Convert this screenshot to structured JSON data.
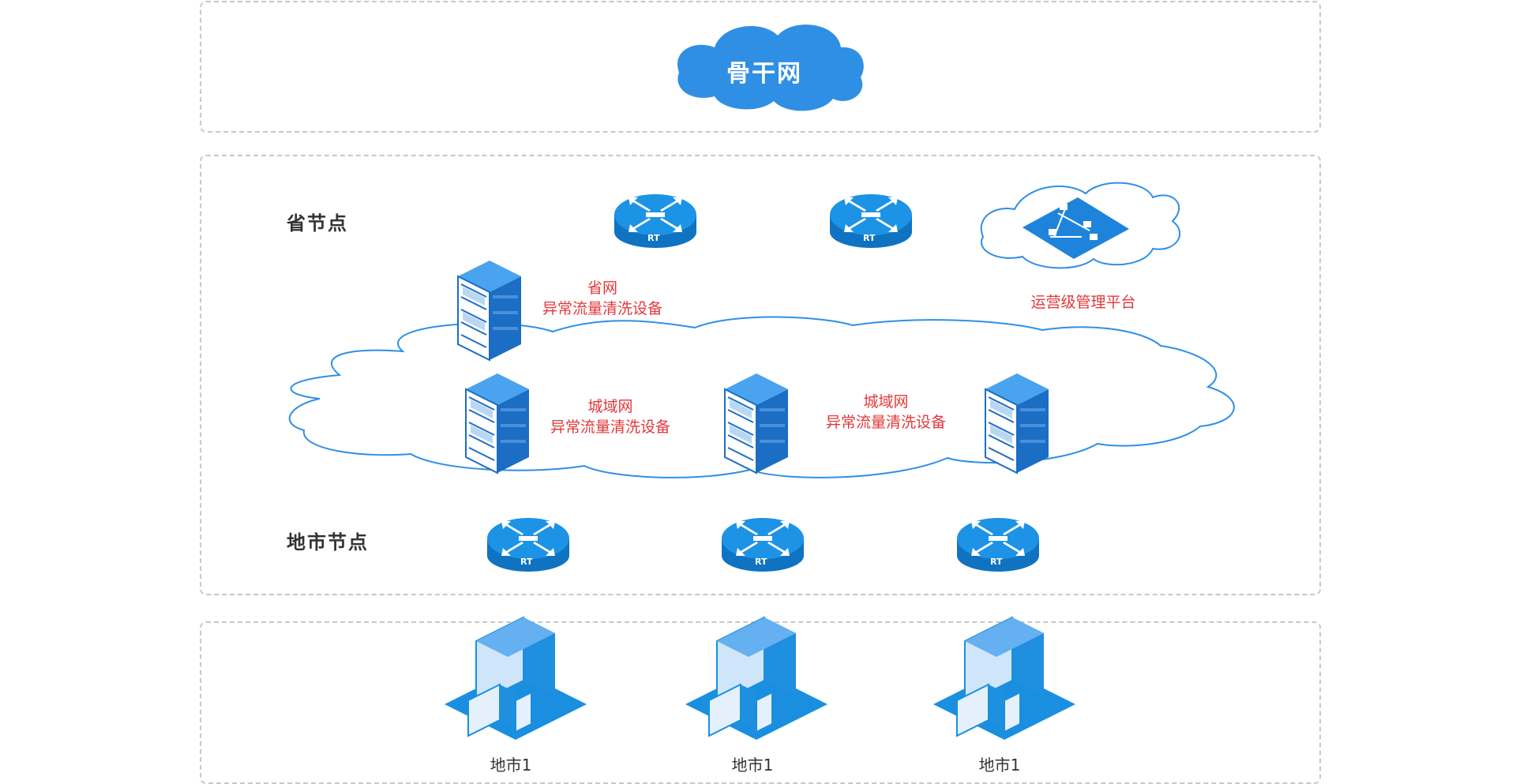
{
  "colors": {
    "accent": "#2f8fe5",
    "router": "#1a8fe0",
    "red_text": "#e2383b",
    "dash_border": "#c8c8c8",
    "server": "#1c6dc4",
    "building": "#1a8fe0"
  },
  "backbone": {
    "label": "骨干网"
  },
  "province_node": {
    "label": "省节点",
    "routers": [
      {
        "text": "RT"
      },
      {
        "text": "RT"
      }
    ],
    "cleaning_device": {
      "line1": "省网",
      "line2": "异常流量清洗设备"
    },
    "platform": {
      "label": "运营级管理平台",
      "icon": "network-platform-icon"
    }
  },
  "metro_network": {
    "devices": [
      {
        "line1": "城域网",
        "line2": "异常流量清洗设备"
      },
      {
        "line1": "城域网",
        "line2": "异常流量清洗设备"
      }
    ]
  },
  "city_node": {
    "label": "地市节点",
    "routers": [
      {
        "text": "RT"
      },
      {
        "text": "RT"
      },
      {
        "text": "RT"
      }
    ]
  },
  "cities": [
    {
      "label": "地市1",
      "icon": "office-building-icon"
    },
    {
      "label": "地市1",
      "icon": "office-building-icon"
    },
    {
      "label": "地市1",
      "icon": "office-building-icon"
    }
  ]
}
